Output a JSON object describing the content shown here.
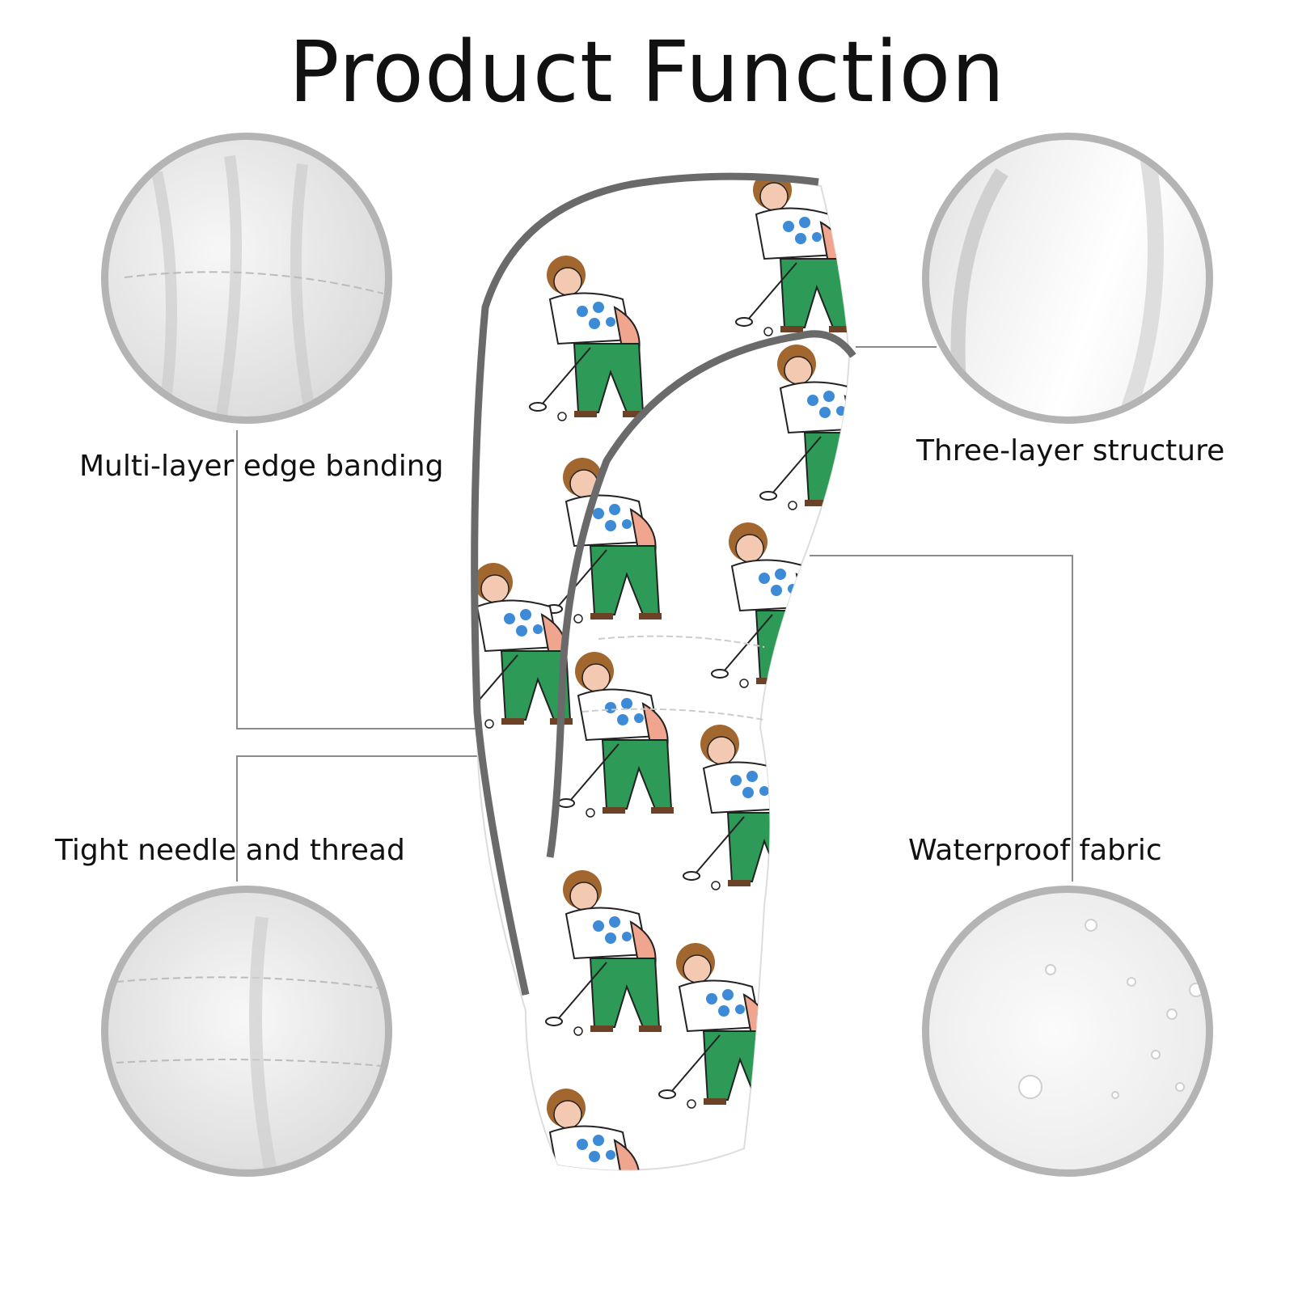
{
  "title": "Product Function",
  "features": [
    {
      "label": "Multi-layer edge banding"
    },
    {
      "label": "Three-layer structure"
    },
    {
      "label": "Tight needle and thread"
    },
    {
      "label": "Waterproof fabric"
    }
  ],
  "colors": {
    "ring": "#b4b4b4",
    "piping": "#6a6a6a",
    "pattern_green": "#2e9a57",
    "pattern_blue": "#3d8bd6",
    "hair": "#9a5f2e"
  }
}
